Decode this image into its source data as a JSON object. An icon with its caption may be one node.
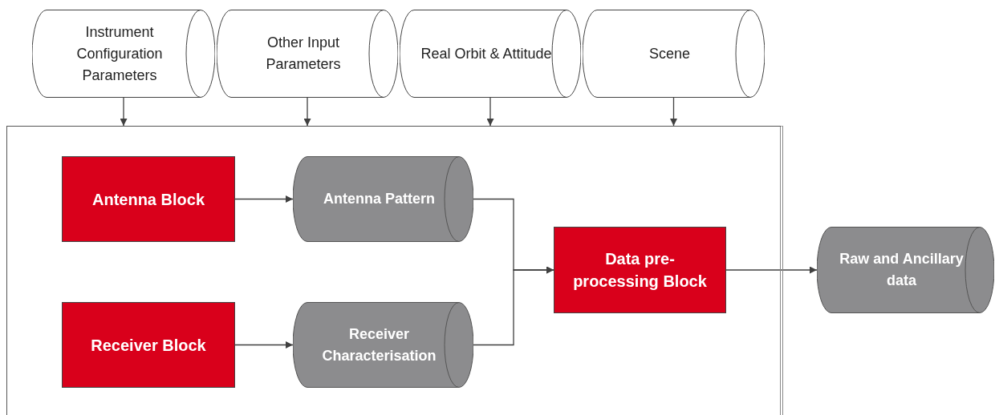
{
  "diagram": {
    "nodes": [
      {
        "text": [
          "Instrument Configuration Parameters"
        ]
      },
      {
        "text": [
          "Other Input Parameters"
        ]
      },
      {
        "text": [
          "Real Orbit & Attitude"
        ]
      },
      {
        "text": [
          "Scene"
        ]
      },
      {
        "text": [],
        "shape": "box"
      },
      {
        "text": [
          "Antenna Block"
        ],
        "in": 4
      },
      {
        "text": [
          "Antenna Pattern"
        ],
        "in": 4
      },
      {
        "text": [
          "Receiver Block"
        ],
        "in": 4
      },
      {
        "text": [
          "Receiver Characterisation"
        ],
        "in": 4
      },
      {
        "text": [
          "Data pre-processing Block"
        ],
        "in": 4
      },
      {
        "text": [
          "Raw and Ancillary data"
        ]
      }
    ],
    "edges": [
      {
        "from": 0,
        "to": 4,
        "arrow": "to"
      },
      {
        "from": 1,
        "to": 4,
        "arrow": "to"
      },
      {
        "from": 2,
        "to": 4,
        "arrow": "to"
      },
      {
        "from": 3,
        "to": 4,
        "arrow": "to"
      },
      {
        "from": 5,
        "to": 6,
        "arrow": "to"
      },
      {
        "from": 7,
        "to": 8,
        "arrow": "to"
      },
      {
        "from": 6,
        "to": 9,
        "arrow": "to"
      },
      {
        "from": 8,
        "to": 9,
        "arrow": "to"
      },
      {
        "from": 9,
        "to": 10,
        "arrow": "to"
      }
    ]
  }
}
